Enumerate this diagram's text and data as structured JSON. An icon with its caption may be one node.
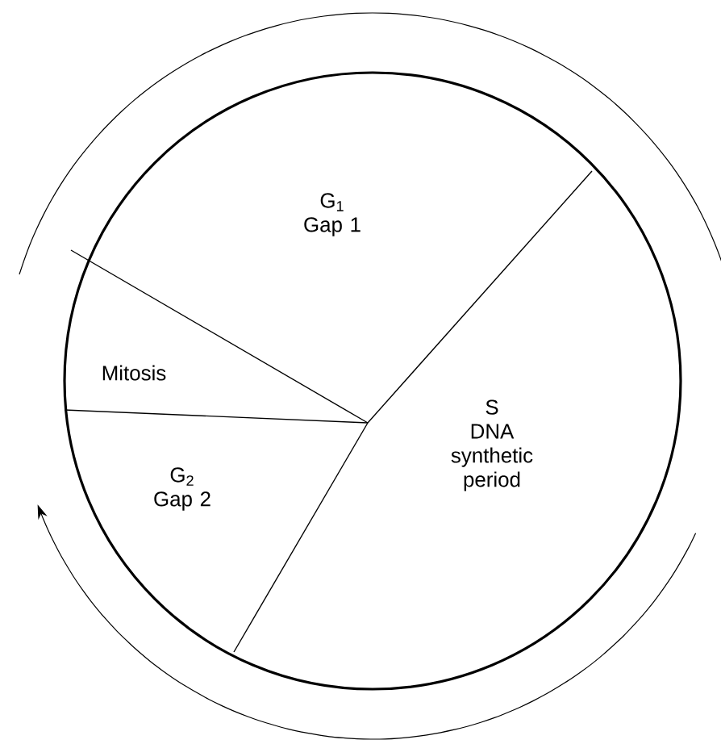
{
  "diagram": {
    "nodes": [
      {
        "text": [
          "G$_{1}$",
          "Gap 1"
        ]
      },
      {
        "text": [
          "Mitosis"
        ]
      },
      {
        "text": [
          "G$_{2}$",
          "Gap 2"
        ]
      },
      {
        "text": [
          "S",
          "DNA synthetic period"
        ]
      }
    ]
  }
}
